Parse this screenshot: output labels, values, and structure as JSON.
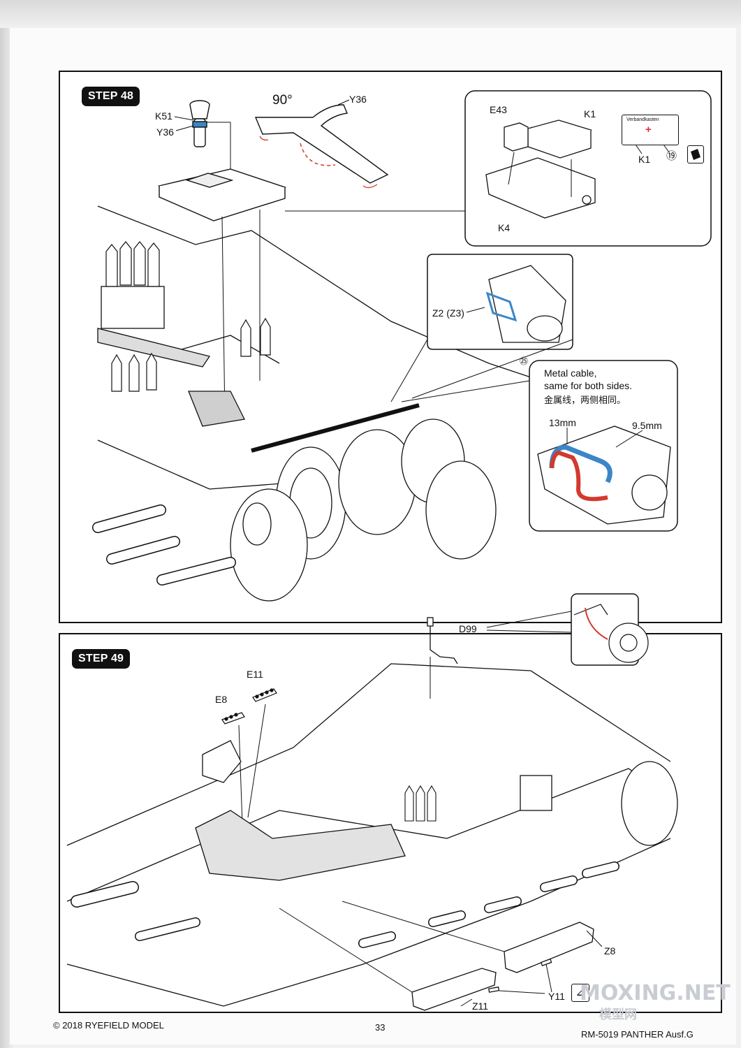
{
  "step48": {
    "label": "STEP 48",
    "parts": {
      "k51": "K51",
      "y36_a": "Y36",
      "angle": "90°",
      "y36_b": "Y36",
      "e43": "E43",
      "k1_a": "K1",
      "k1_b": "K1",
      "k4": "K4",
      "z2": "Z2 (Z3)"
    },
    "sign_text": "Verbandkasten",
    "ref_19": "⑲",
    "ref_25": "㉕",
    "note": {
      "line1": "Metal cable,",
      "line2": "same for both sides.",
      "line3": "金属线，两侧相同。",
      "len_a": "13mm",
      "len_b": "9.5mm"
    }
  },
  "step49": {
    "label": "STEP 49",
    "parts": {
      "d99": "D99",
      "e11": "E11",
      "e8": "E8",
      "z8": "Z8",
      "y11": "Y11",
      "z11": "Z11"
    }
  },
  "footer": {
    "copyright": "© 2018 RYEFIELD MODEL",
    "page_number": "33",
    "model": "RM-5019 PANTHER Ausf.G"
  },
  "watermark": {
    "latin": "MOXING.NET",
    "chinese": "模型网"
  },
  "colors": {
    "cable_blue": "#3a86c8",
    "cable_red": "#d23a2e",
    "ink": "#111111"
  }
}
